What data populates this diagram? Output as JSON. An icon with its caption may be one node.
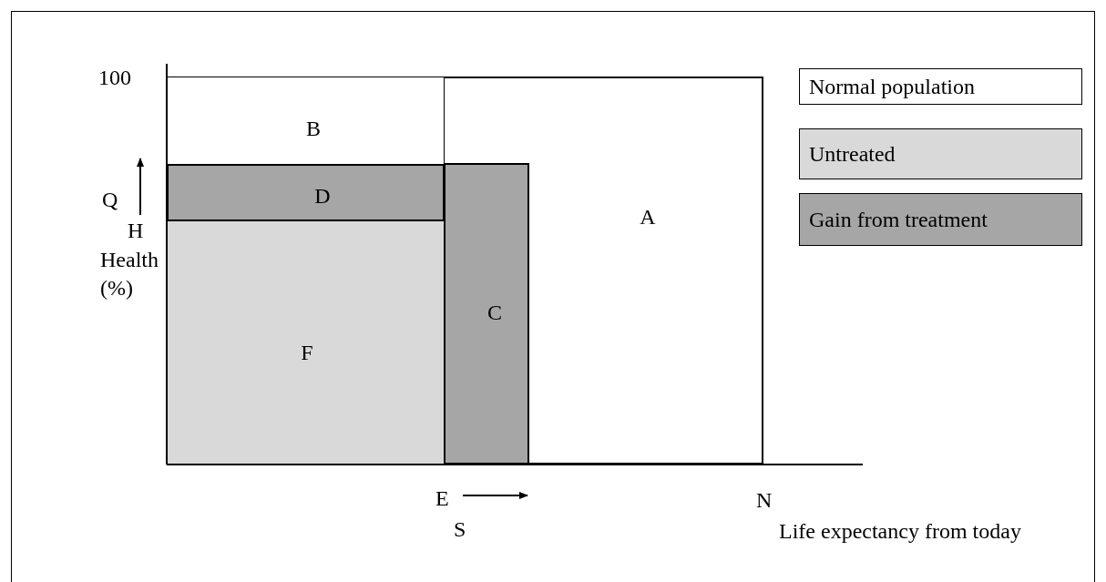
{
  "diagram": {
    "nodes": [
      {
        "text": [
          "A"
        ]
      },
      {
        "text": [
          "B"
        ],
        "in": 0
      },
      {
        "text": [
          "D"
        ],
        "in": 0
      },
      {
        "text": [
          "C"
        ],
        "in": 0
      },
      {
        "text": [
          "F"
        ],
        "in": 0
      }
    ],
    "labels": [
      "100",
      "Q",
      "H",
      "Health (%)",
      "E",
      "S",
      "N",
      "Life expectancy from today"
    ],
    "legend": [
      {
        "text": "Normal population",
        "color": "#ffffff"
      },
      {
        "text": "Untreated",
        "color": "#d9d9d9"
      },
      {
        "text": "Gain from treatment",
        "color": "#a6a6a6"
      }
    ]
  }
}
